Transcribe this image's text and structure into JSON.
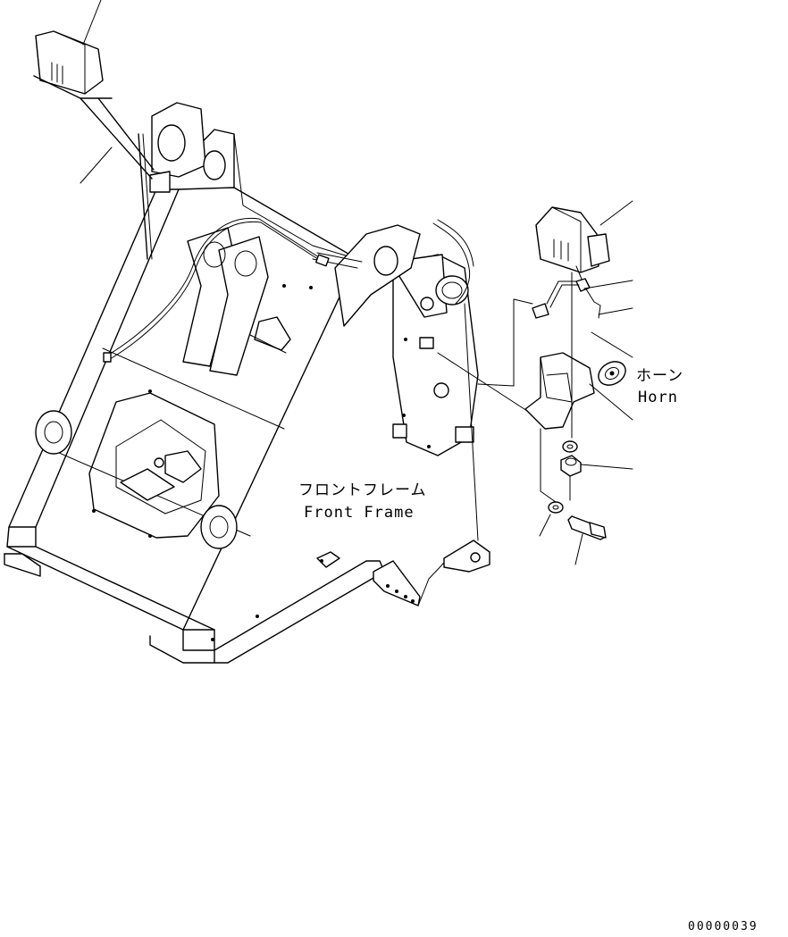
{
  "labels": {
    "front_frame_jp": "フロントフレーム",
    "front_frame_en": "Front Frame",
    "horn_jp": "ホーン",
    "horn_en": "Horn"
  },
  "drawing_code": "00000039",
  "colors": {
    "line": "#000000",
    "background": "#ffffff"
  }
}
